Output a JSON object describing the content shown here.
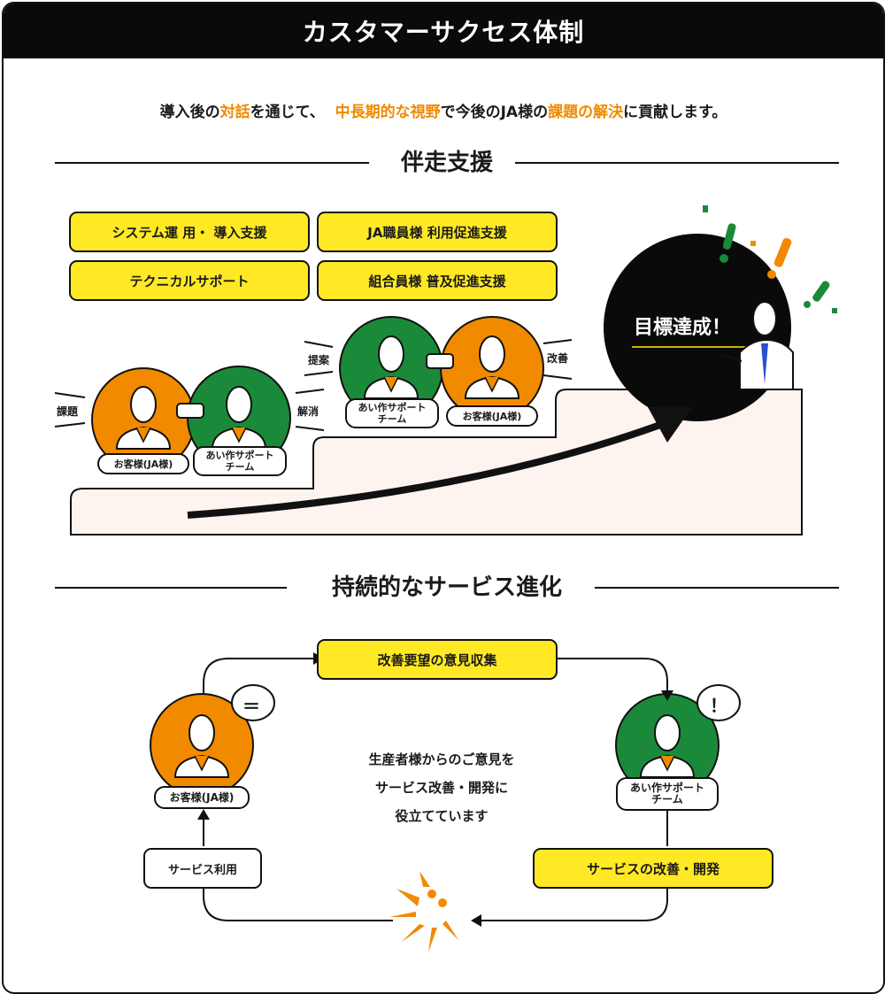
{
  "header": {
    "title": "カスタマーサクセス体制"
  },
  "intro": {
    "p1": "導入後の",
    "h1": "対話",
    "p2": "を通じて、",
    "h2": "中長期的な視野",
    "p3": "で今後のJA様の",
    "h3": "課題の解決",
    "p4": "に貢献します。"
  },
  "section1": {
    "title": "伴走支援",
    "pills": [
      "システム運 用・ 導入支援",
      "JA職員様 利用促進支援",
      "テクニカルサポート",
      "組合員様 普及促進支援"
    ],
    "labels": {
      "kadai": "課題",
      "kaiketsu": "解消",
      "teian": "提案",
      "kaizen": "改善"
    },
    "customer_tag": "お客様(JA様)",
    "support_tag_l1": "あい作サポート",
    "support_tag_l2": "チーム",
    "goal": "目標達成！"
  },
  "section2": {
    "title": "持続的なサービス進化",
    "top_box": "改善要望の意見収集",
    "left_box": "サービス利用",
    "right_box": "サービスの改善・開発",
    "customer_tag": "お客様(JA様)",
    "support_tag_l1": "あい作サポート",
    "support_tag_l2": "チーム",
    "bubble_left": "＝",
    "bubble_right": "！",
    "center_lines": [
      "生産者様からのご意見を",
      "サービス改善・開発に",
      "役立てています"
    ]
  },
  "colors": {
    "orange": "#f28a00",
    "green": "#1a8a3a",
    "yellow": "#ffe924",
    "black": "#0a0a0a",
    "stairs": "#fdf3ef"
  }
}
